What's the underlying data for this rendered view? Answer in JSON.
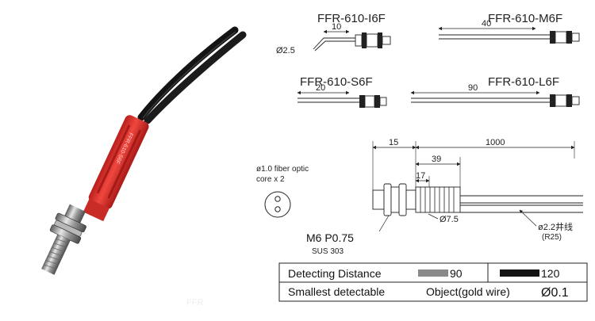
{
  "photo": {
    "sensor_print": "FFR-610-S6F",
    "label_print": "FFR"
  },
  "models": [
    {
      "name": "FFR-610-I6F",
      "dimension": "10",
      "diameter": "Ø2.5"
    },
    {
      "name": "FFR-610-M6F",
      "dimension": "40"
    },
    {
      "name": "FFR-610-S6F",
      "dimension": "20"
    },
    {
      "name": "FFR-610-L6F",
      "dimension": "90"
    }
  ],
  "drawing": {
    "dim_15": "15",
    "dim_1000": "1000",
    "dim_39": "39",
    "dim_17": "17",
    "core_label_1": "ø1.0 fiber optic",
    "core_label_2": "core x 2",
    "thread": "M6  P0.75",
    "material": "SUS 303",
    "diameter_75": "Ø7.5",
    "cable_dia": "ø2.2井线",
    "cable_r": "(R25)"
  },
  "table": {
    "row1_label": "Detecting Distance",
    "row1_val1": "90",
    "row1_val2": "120",
    "row2_label": "Smallest detectable",
    "row2_mid": "Object(gold wire)",
    "row2_val": "Ø0.1"
  },
  "colors": {
    "sleeve_red": "#e2302b",
    "cable_black": "#141414",
    "gray_bar": "#8a8a8a"
  }
}
